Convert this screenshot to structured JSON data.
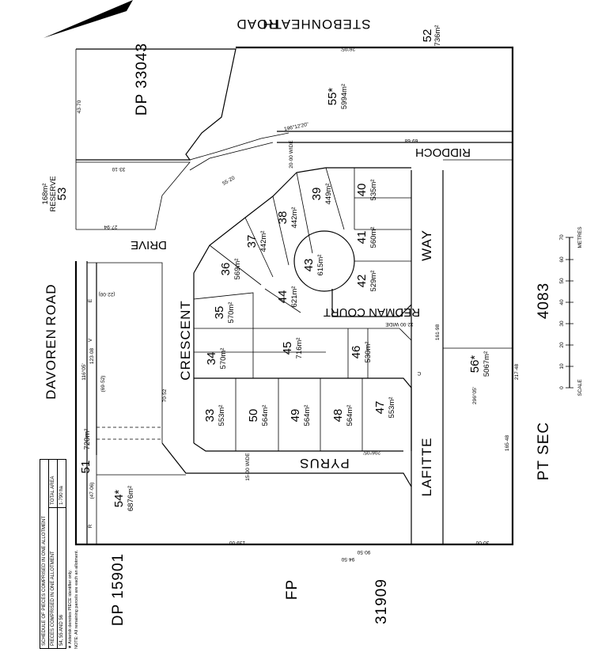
{
  "roads": {
    "stebonheath": "STEBONHEATH",
    "stebonheath_suffix": "ROAD",
    "davoren": "DAVOREN",
    "davoren_suffix": "ROAD",
    "riddoch": "RIDDOCH",
    "way": "WAY",
    "redman": "REDMAN COURT",
    "crescent": "CRESCENT",
    "drive": "DRIVE",
    "pyrus": "PYRUS",
    "lafitte": "LAFITTE"
  },
  "plans": {
    "dp33043": "DP 33043",
    "dp15901": "DP 15901",
    "fp": "FP",
    "fp_no": "31909",
    "ptsec": "PT SEC",
    "ptsec_no": "4083"
  },
  "reserve": {
    "area": "168m²",
    "label": "RESERVE",
    "no": "53"
  },
  "lots": [
    {
      "no": "33",
      "area": "553m²"
    },
    {
      "no": "34",
      "area": "570m²"
    },
    {
      "no": "35",
      "area": "570m²"
    },
    {
      "no": "36",
      "area": "569m²"
    },
    {
      "no": "37",
      "area": "442m²"
    },
    {
      "no": "38",
      "area": "442m²"
    },
    {
      "no": "39",
      "area": "449m²"
    },
    {
      "no": "40",
      "area": "535m²"
    },
    {
      "no": "41",
      "area": "560m²"
    },
    {
      "no": "42",
      "area": "529m²"
    },
    {
      "no": "43",
      "area": "615m²"
    },
    {
      "no": "44",
      "area": "621m²"
    },
    {
      "no": "45",
      "area": "716m²"
    },
    {
      "no": "46",
      "area": "530m²"
    },
    {
      "no": "47",
      "area": "553m²"
    },
    {
      "no": "48",
      "area": "564m²"
    },
    {
      "no": "49",
      "area": "564m²"
    },
    {
      "no": "50",
      "area": "564m²"
    },
    {
      "no": "51",
      "area": "720m²"
    },
    {
      "no": "52",
      "area": "736m²"
    },
    {
      "no": "54*",
      "area": "6876m²"
    },
    {
      "no": "55*",
      "area": "5994m²"
    },
    {
      "no": "56*",
      "area": "5067m²"
    }
  ],
  "dims": {
    "d1": "139·00",
    "d2": "90·50",
    "d3": "30·00",
    "d4": "161·98",
    "d5": "217·48",
    "d6": "165·48",
    "d7": "70·52",
    "d8": "123·08",
    "d9": "94·50",
    "d10": "55·20",
    "d11": "69·68",
    "d12": "43·70",
    "d13": "33·10",
    "d14": "27·94",
    "d15": "15·00 WIDE",
    "d16": "20·00 WIDE",
    "d17": "12·00 WIDE",
    "d18": "(22·00)",
    "d19": "(47·06)",
    "d20": "(69·52)",
    "b1": "116°05'",
    "b2": "296°05'",
    "b3": "206°05'",
    "b4": "26°05'",
    "b5": "196°12'20\"",
    "b6": "C",
    "b7": "E",
    "b8": "R",
    "b9": "V"
  },
  "scale": {
    "label": "METRES",
    "word": "SCALE",
    "ticks": [
      "0",
      "10",
      "20",
      "30",
      "40",
      "50",
      "60",
      "70"
    ]
  },
  "schedule": {
    "title": "SCHEDULE OF PIECES COMPRISED IN ONE ALLOTMENT",
    "col1": "PIECES COMPRISED IN ONE ALLOTMENT",
    "col2": "TOTAL AREA",
    "row_pieces": "54, 55 AND 56",
    "row_area": "1·790 ha",
    "note1": "★ Asterisk denotes PIECE identifier only.",
    "note2": "NOTE: All remaining parcels are each an allotment."
  }
}
